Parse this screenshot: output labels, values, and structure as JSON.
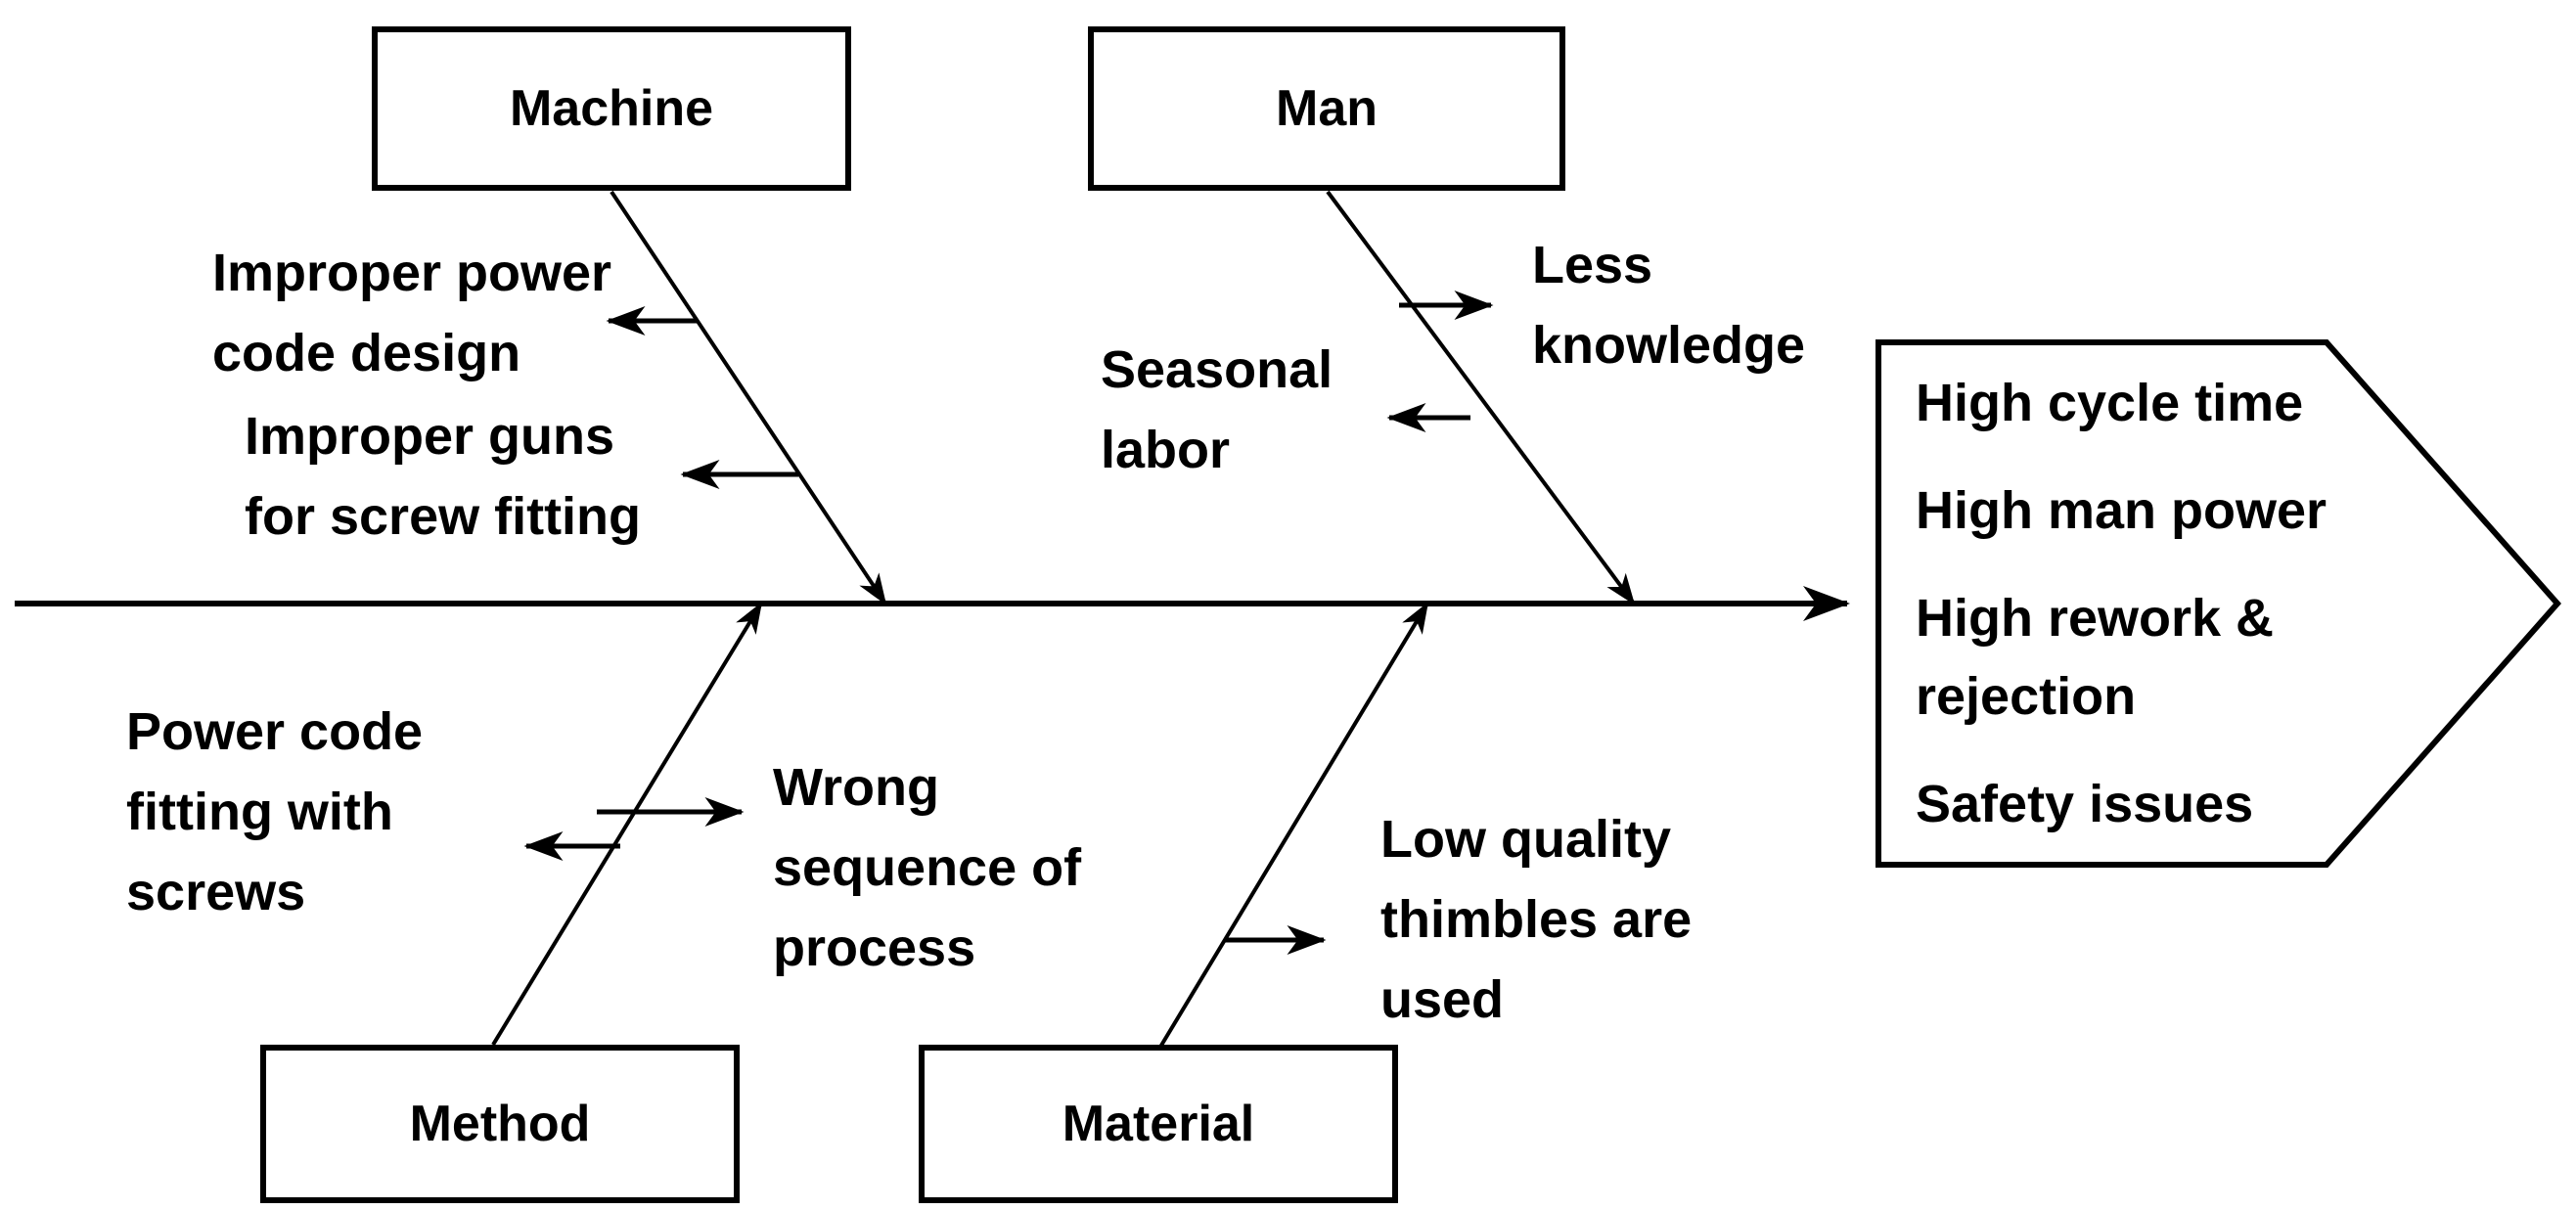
{
  "diagram_type": "Ishikawa fishbone cause-and-effect diagram",
  "colors": {
    "ink": "#000000",
    "background": "#ffffff",
    "box_fill": "#ffffff"
  },
  "effect": {
    "items": [
      {
        "text": "High cycle time",
        "lines": [
          "High cycle time"
        ]
      },
      {
        "text": "High man power",
        "lines": [
          "High man power"
        ]
      },
      {
        "text": "High rework & rejection",
        "lines": [
          "High rework &",
          "rejection"
        ]
      },
      {
        "text": "Safety issues",
        "lines": [
          "Safety issues"
        ]
      }
    ]
  },
  "categories": [
    {
      "id": "machine",
      "label": "Machine",
      "side": "top",
      "causes": [
        {
          "text": "Improper power code design",
          "lines": [
            "Improper power",
            "code design"
          ]
        },
        {
          "text": "Improper guns for screw fitting",
          "lines": [
            "Improper guns",
            "for screw fitting"
          ]
        }
      ]
    },
    {
      "id": "man",
      "label": "Man",
      "side": "top",
      "causes": [
        {
          "text": "Less knowledge",
          "lines": [
            "Less",
            "knowledge"
          ]
        },
        {
          "text": "Seasonal labor",
          "lines": [
            "Seasonal",
            "labor"
          ]
        }
      ]
    },
    {
      "id": "method",
      "label": "Method",
      "side": "bottom",
      "causes": [
        {
          "text": "Power code fitting with screws",
          "lines": [
            "Power code",
            "fitting with",
            "screws"
          ]
        },
        {
          "text": "Wrong sequence of process",
          "lines": [
            "Wrong",
            "sequence of",
            "process"
          ]
        }
      ]
    },
    {
      "id": "material",
      "label": "Material",
      "side": "bottom",
      "causes": [
        {
          "text": "Low quality thimbles are used",
          "lines": [
            "Low quality",
            "thimbles are",
            "used"
          ]
        }
      ]
    }
  ]
}
